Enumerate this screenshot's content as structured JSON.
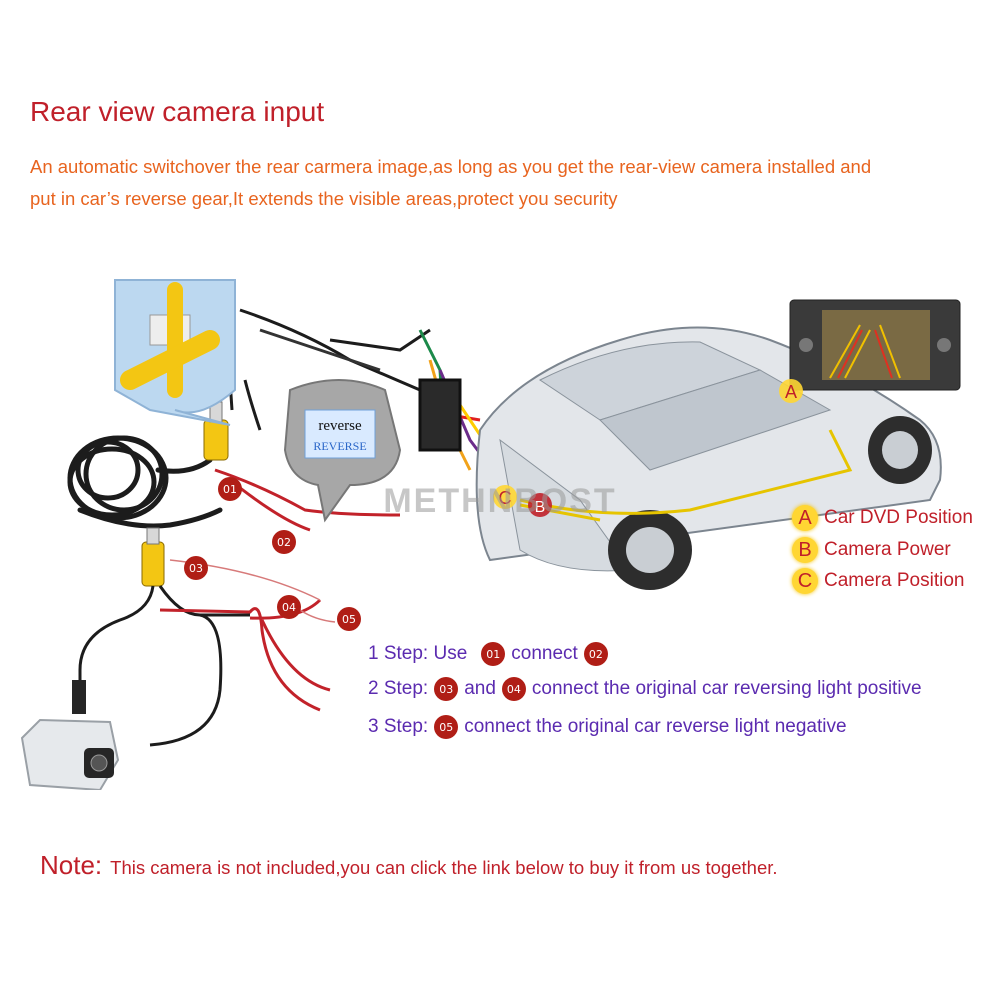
{
  "title": "Rear view camera input",
  "intro": {
    "line1": "An automatic switchover the rear carmera image,as long as you get the rear-view camera installed and",
    "line2": "put in car’s reverse gear,It extends the visible areas,protect you security"
  },
  "diagram": {
    "reverse_label_top": "reverse",
    "reverse_label_bottom": "REVERSE",
    "watermark": "METHNBOST",
    "wire_labels": [
      "01",
      "02",
      "03",
      "04",
      "05"
    ],
    "car_markers": [
      "A",
      "B",
      "C"
    ]
  },
  "legend": [
    {
      "letter": "A",
      "text": "Car DVD Position"
    },
    {
      "letter": "B",
      "text": "Camera Power"
    },
    {
      "letter": "C",
      "text": "Camera Position"
    }
  ],
  "steps": {
    "s1_a": "1 Step: Use",
    "s1_b1": "01",
    "s1_c": "connect",
    "s1_b2": "02",
    "s2_a": "2 Step:",
    "s2_b1": "03",
    "s2_c": "and",
    "s2_b2": "04",
    "s2_d": "connect the original car reversing light positive",
    "s3_a": "3 Step:",
    "s3_b1": "05",
    "s3_d": "connect the original car reverse light negative"
  },
  "note": {
    "label": "Note:",
    "text": "This camera is not included,you can click the link below to buy it from us together."
  },
  "colors": {
    "heading": "#c0202a",
    "intro": "#e8641f",
    "steps": "#5b2bb0",
    "badge": "#b01e16",
    "marker": "#ffd633"
  }
}
